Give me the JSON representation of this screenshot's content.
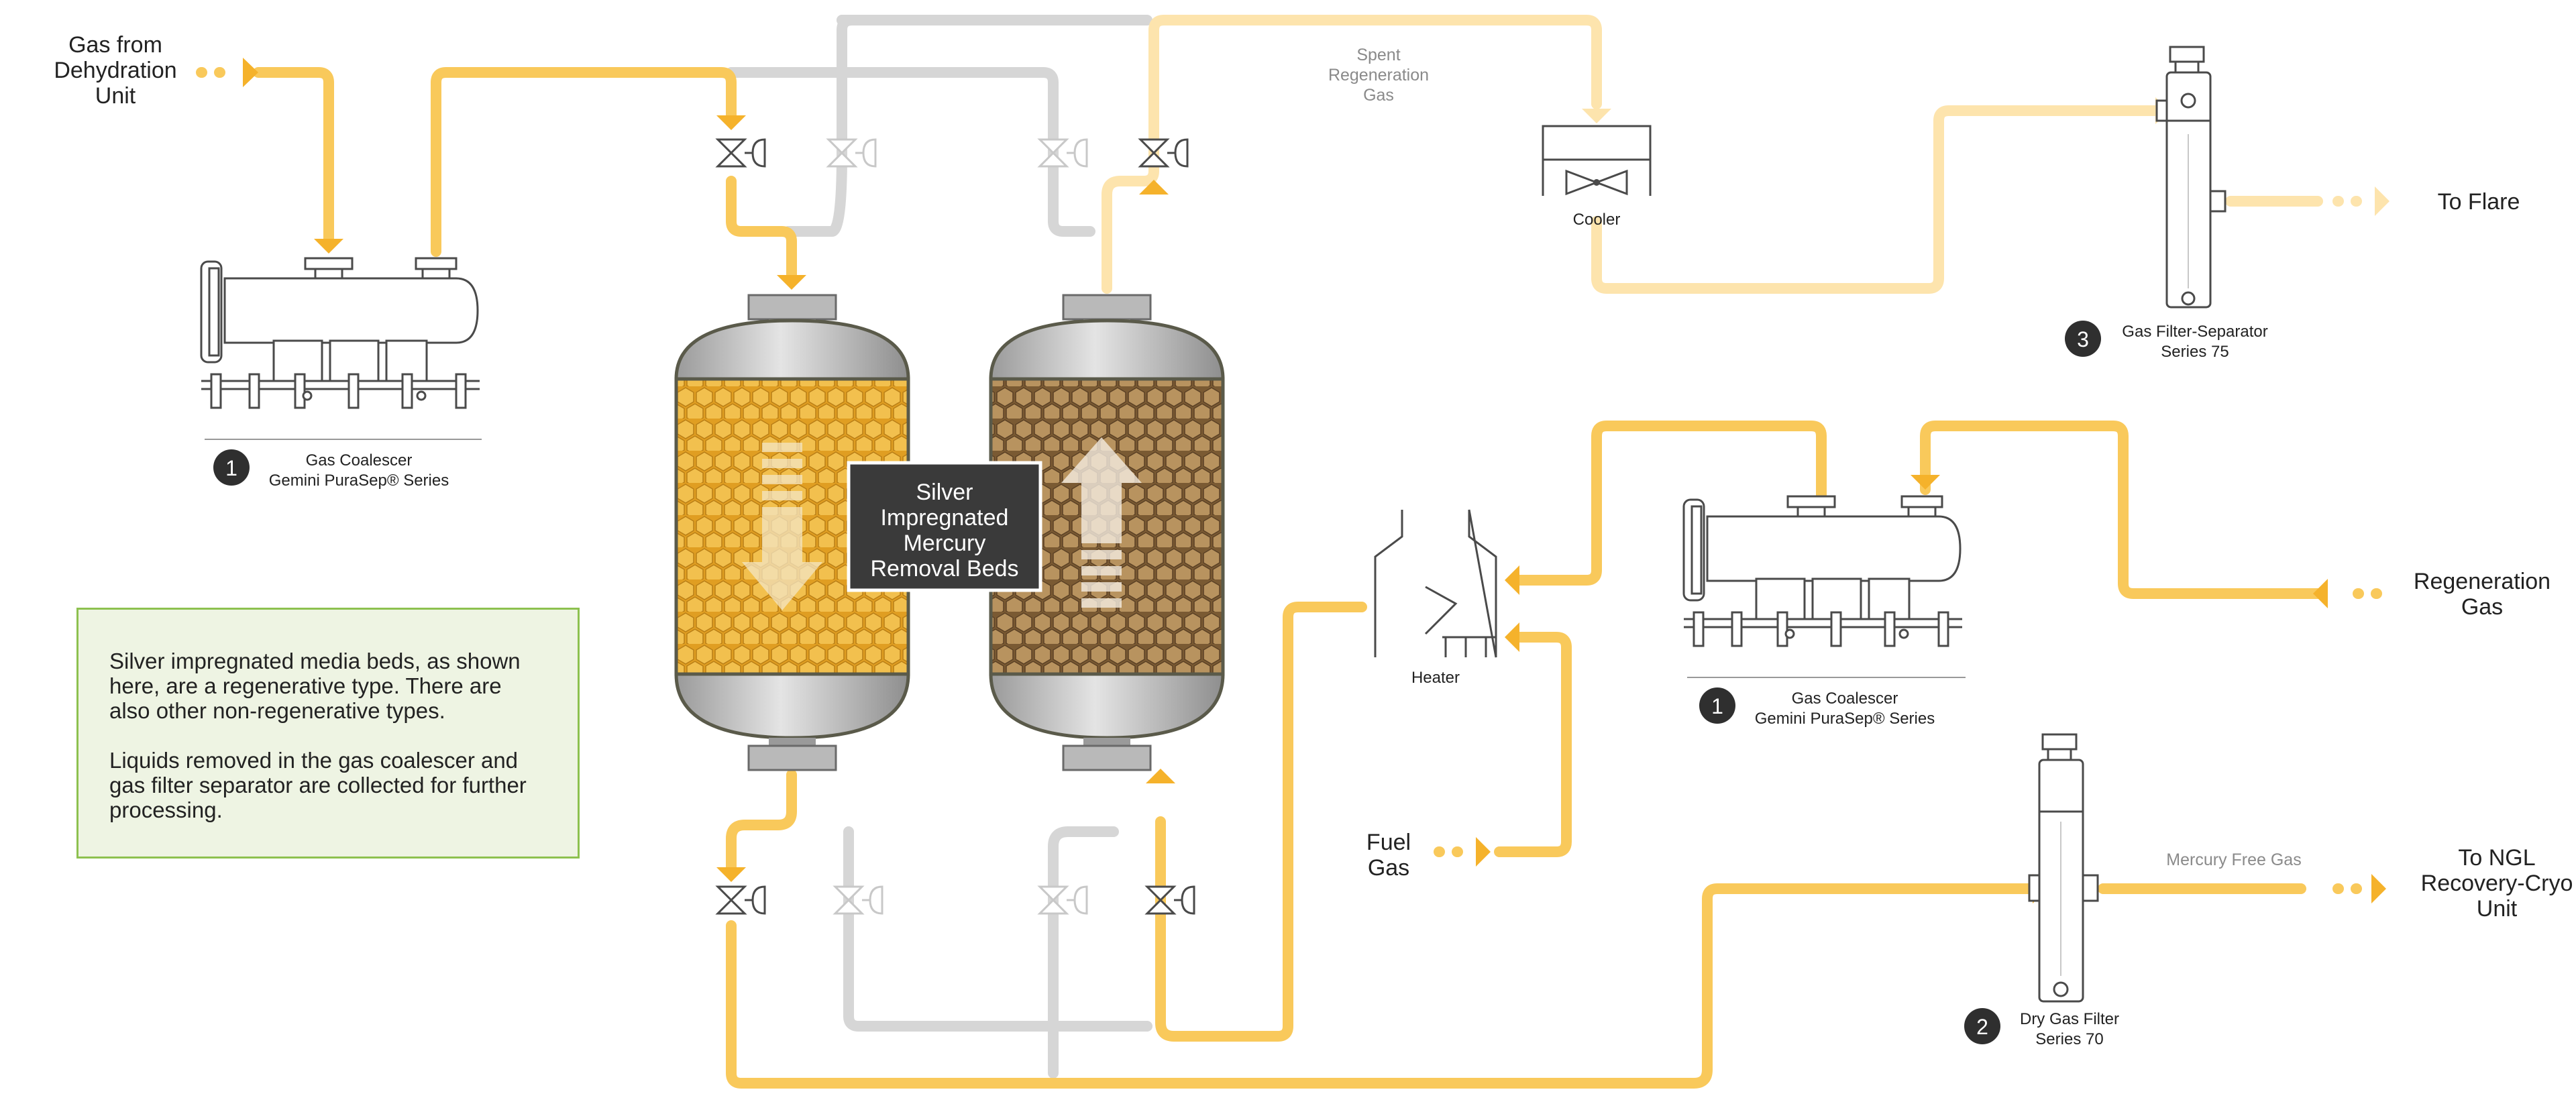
{
  "labels": {
    "gas_from_line1": "Gas from",
    "gas_from_line2": "Dehydration",
    "gas_from_line3": "Unit",
    "spent_line1": "Spent",
    "spent_line2": "Regeneration",
    "spent_line3": "Gas",
    "cooler": "Cooler",
    "to_flare": "To Flare",
    "heater": "Heater",
    "regen_line1": "Regeneration",
    "regen_line2": "Gas",
    "fuel_line1": "Fuel",
    "fuel_line2": "Gas",
    "mercury_free": "Mercury Free Gas",
    "ngl_line1": "To NGL",
    "ngl_line2": "Recovery-Cryo",
    "ngl_line3": "Unit",
    "beds_line1": "Silver",
    "beds_line2": "Impregnated",
    "beds_line3": "Mercury",
    "beds_line4": "Removal Beds"
  },
  "equipment": {
    "coalescer_top": {
      "badge": "1",
      "line1": "Gas Coalescer",
      "line2": "Gemini PuraSep® Series"
    },
    "coalescer_mid": {
      "badge": "1",
      "line1": "Gas Coalescer",
      "line2": "Gemini PuraSep® Series"
    },
    "filter_separator": {
      "badge": "3",
      "line1": "Gas Filter-Separator",
      "line2": "Series 75"
    },
    "dry_gas_filter": {
      "badge": "2",
      "line1": "Dry Gas Filter",
      "line2": "Series 70"
    }
  },
  "note": {
    "paragraph1": "Silver impregnated media beds, as shown here, are a regenerative type. There are also other non-regenerative types.",
    "paragraph2": "Liquids removed in the gas coalescer and gas filter separator are collected for further processing."
  },
  "colors": {
    "process_gas": "#f9c95b",
    "spent_gas": "#fde4ad",
    "idle_line": "#d6d6d6",
    "note_border": "#8dc14f",
    "note_fill": "#eef4e3",
    "bed_gold": "#e8a82a",
    "bed_bronze": "#8c6a3e"
  }
}
